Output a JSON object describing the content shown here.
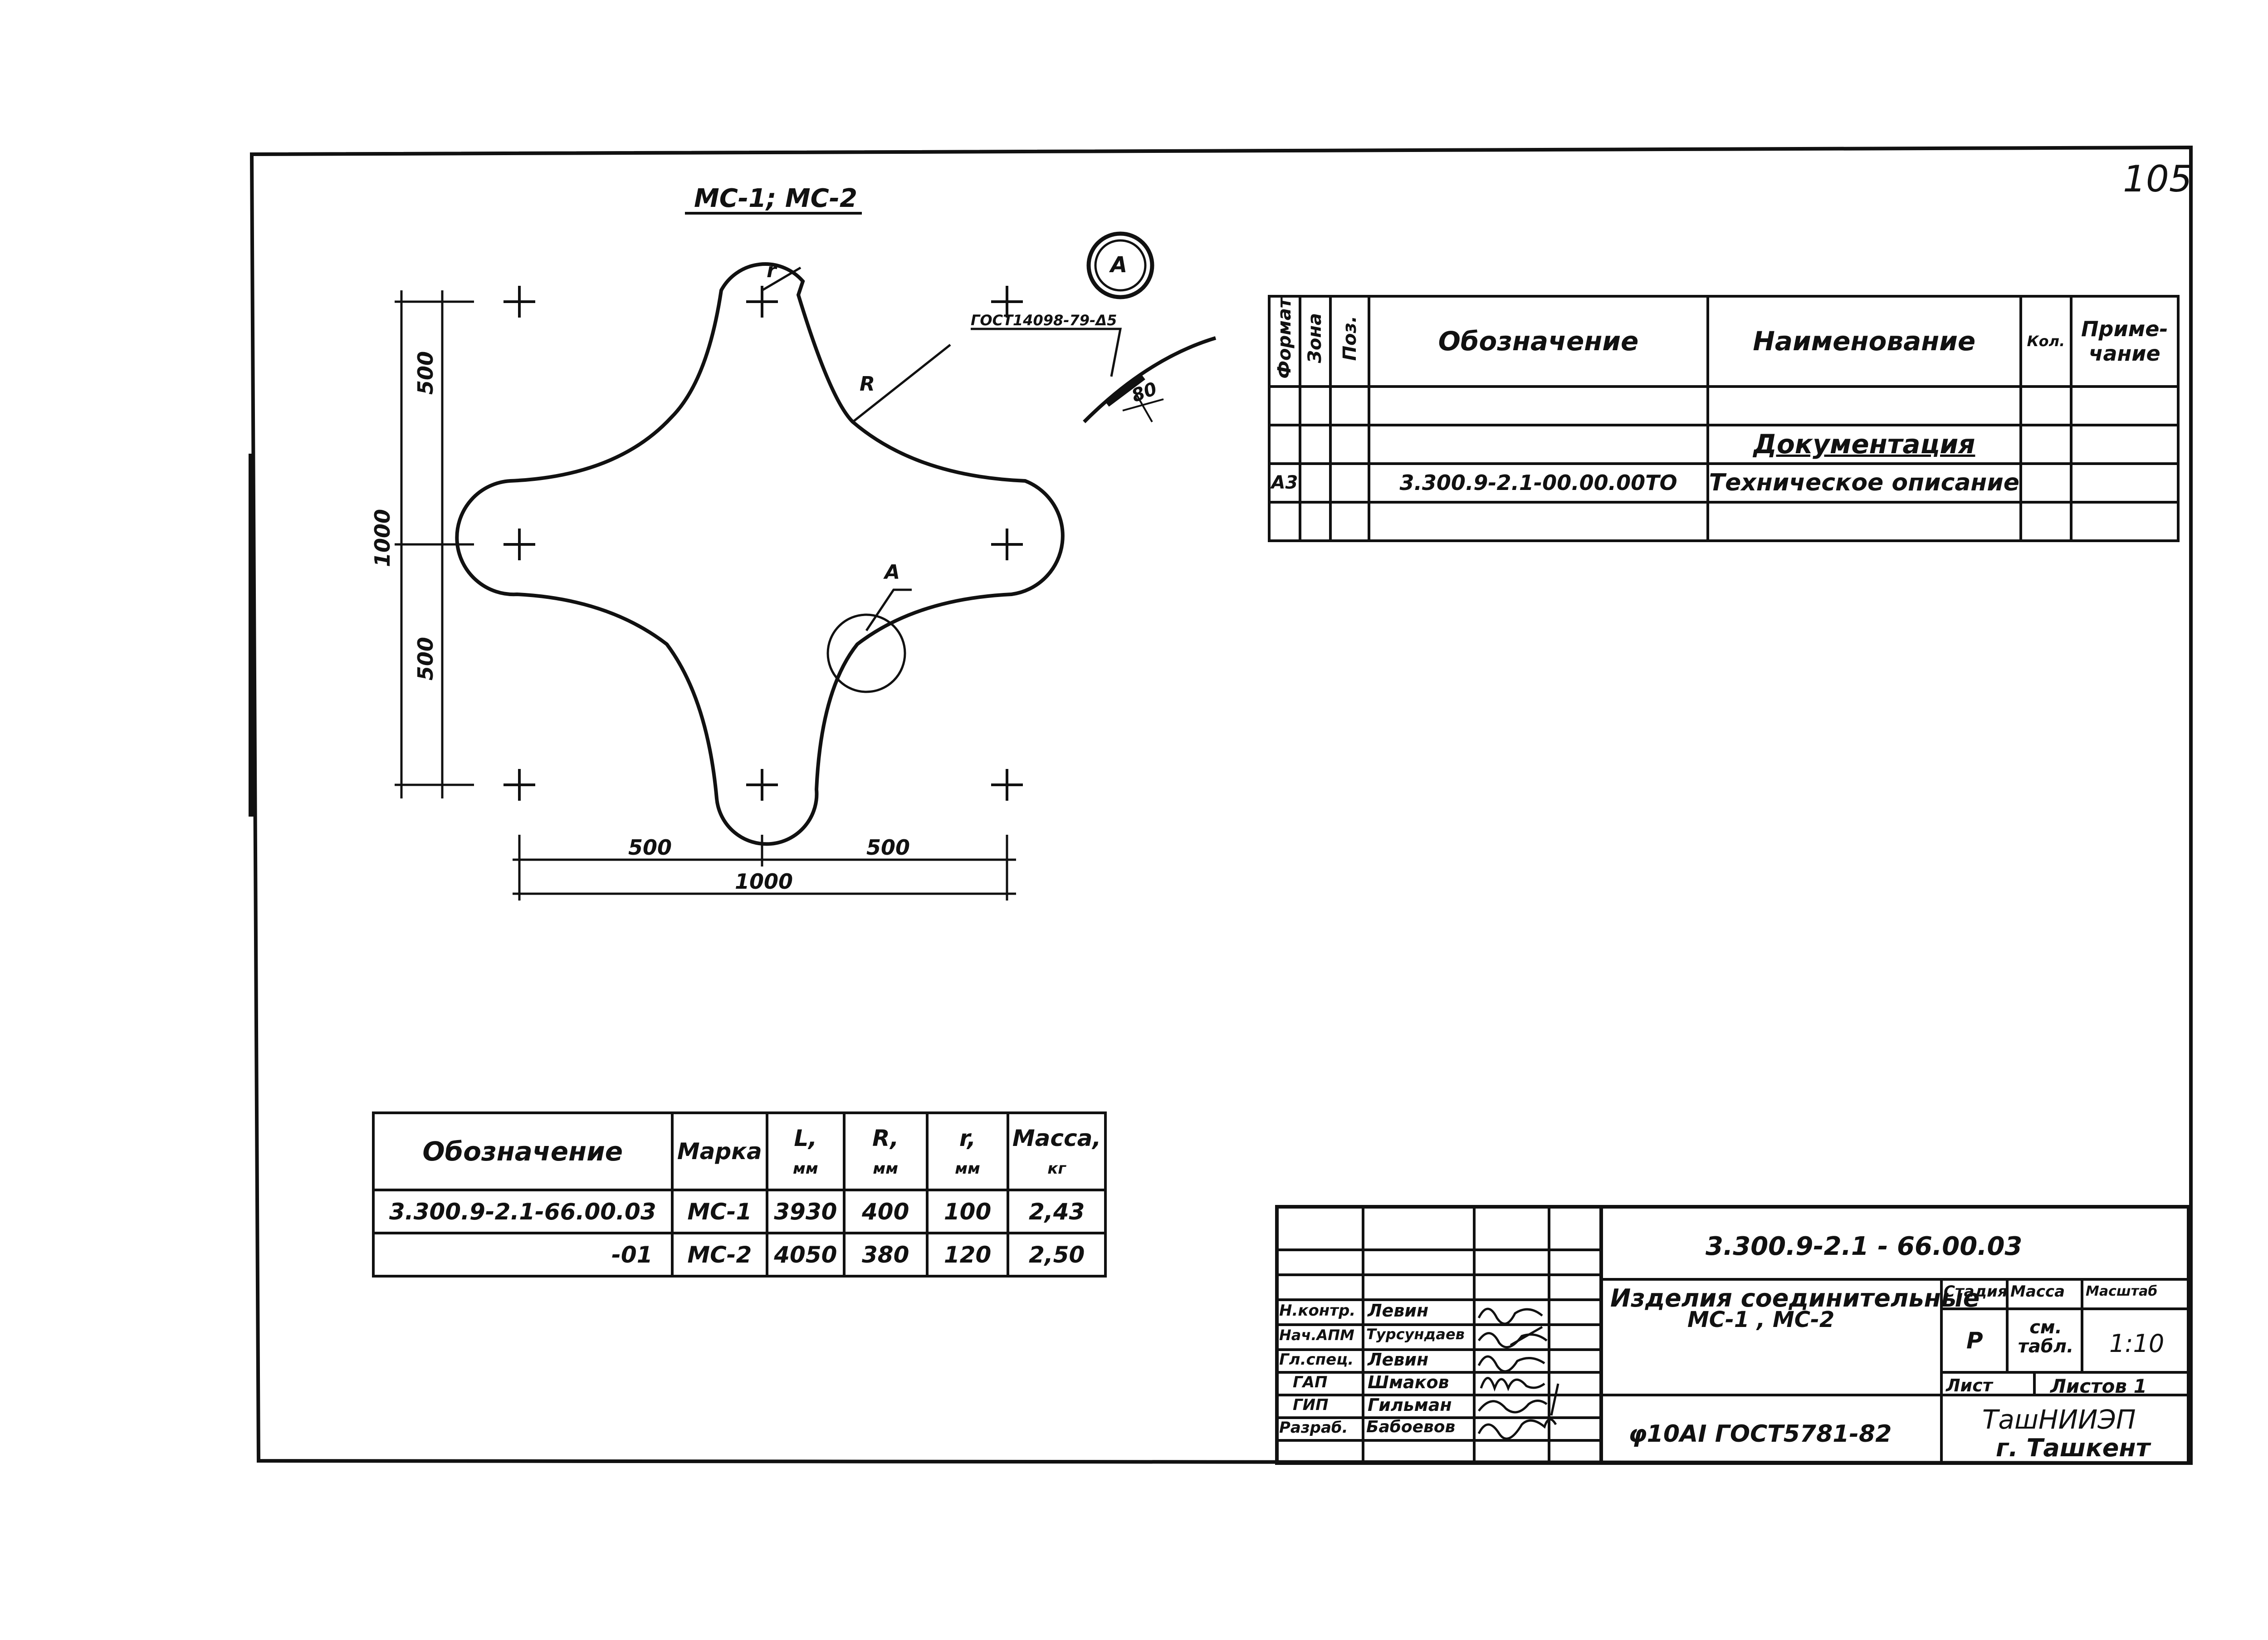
{
  "page_number": "105",
  "drawing": {
    "title": "МС-1; МС-2",
    "dim_500_top": "500",
    "dim_500_bottom": "500",
    "dim_1000_vertical": "1000",
    "dim_500_left": "500",
    "dim_500_right": "500",
    "dim_1000_horizontal": "1000",
    "label_r_small": "r",
    "label_R": "R",
    "label_A": "A",
    "detail_marker": "А",
    "weld_note": "ГОСТ14098-79-Δ5",
    "detail_dim": "80"
  },
  "spec_table": {
    "headers": {
      "format": "Формат",
      "zone": "Зона",
      "pos": "Поз.",
      "designation": "Обозначение",
      "name": "Наименование",
      "qty": "Кол.",
      "note": "Приме-чание"
    },
    "section": "Документация",
    "row": {
      "format": "А3",
      "designation": "3.300.9-2.1-00.00.00ТО",
      "name": "Техническое описание"
    }
  },
  "variants_table": {
    "headers": {
      "designation": "Обозначение",
      "mark": "Марка",
      "L": "L,",
      "R": "R,",
      "r": "r,",
      "mass": "Масса,",
      "unit_mm": "мм",
      "unit_kg": "кг"
    },
    "rows": [
      {
        "designation": "3.300.9-2.1-66.00.03",
        "mark": "МС-1",
        "L": "3930",
        "R": "400",
        "r": "100",
        "mass": "2,43"
      },
      {
        "designation": "-01",
        "mark": "МС-2",
        "L": "4050",
        "R": "380",
        "r": "120",
        "mass": "2,50"
      }
    ]
  },
  "title_block": {
    "doc_code": "3.300.9-2.1 - 66.00.03",
    "product_name_line1": "Изделия соединительные",
    "product_name_line2": "МС-1 , МС-2",
    "stage_label": "Стадия",
    "mass_label": "Масса",
    "scale_label": "Масштаб",
    "stage_value": "Р",
    "mass_value": "см. табл.",
    "scale_value": "1:10",
    "sheet_label": "Лист",
    "sheets_label": "Листов 1",
    "material": "φ10АI ГОСТ5781-82",
    "organization_line1": "ТашНИИЭП",
    "organization_line2": "г. Ташкент",
    "people": [
      {
        "role": "Н.контр.",
        "name": "Левин"
      },
      {
        "role": "Нач.АПМ",
        "name": "Турсундаев"
      },
      {
        "role": "Гл.спец.",
        "name": "Левин"
      },
      {
        "role": "ГАП",
        "name": "Шмаков"
      },
      {
        "role": "ГИП",
        "name": "Гильман"
      },
      {
        "role": "Разраб.",
        "name": "Бабоевов"
      }
    ]
  }
}
